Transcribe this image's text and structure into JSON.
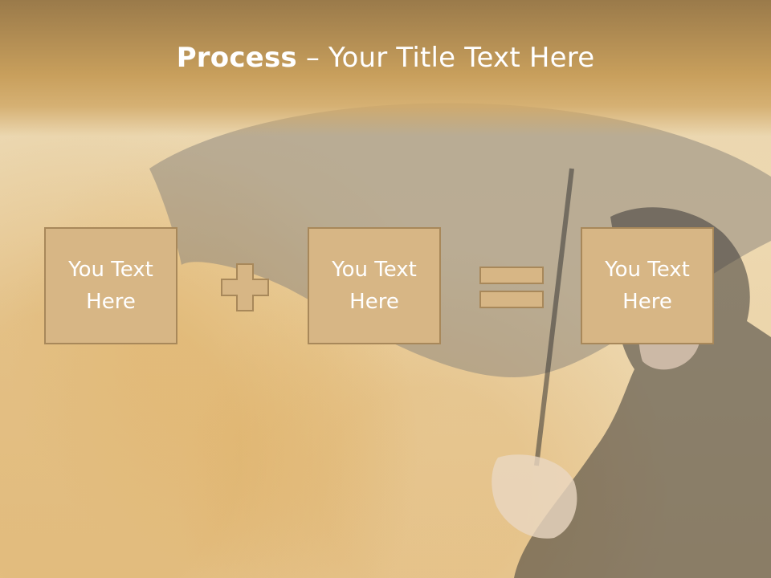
{
  "slide": {
    "title_bold": "Process",
    "title_rest": " – Your Title Text Here",
    "boxes": [
      {
        "text": "You Text Here"
      },
      {
        "text": "You Text Here"
      },
      {
        "text": "You Text Here"
      }
    ],
    "operators": [
      "plus-icon",
      "equals-icon"
    ]
  }
}
